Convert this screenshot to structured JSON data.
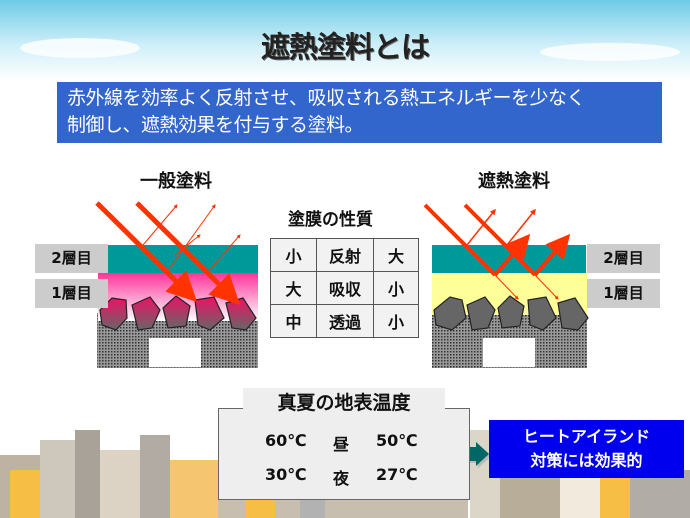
{
  "title": "遮熱塗料とは",
  "lead": {
    "line1": "赤外線を効率よく反射させ、吸収される熱エネルギーを少なく",
    "line2": "制御し、遮熱効果を付与する塗料。"
  },
  "left_diagram": {
    "heading": "一般塗料",
    "layer2": "2層目",
    "layer1": "1層目"
  },
  "right_diagram": {
    "heading": "遮熱塗料",
    "layer2": "2層目",
    "layer1": "1層目"
  },
  "properties": {
    "caption": "塗膜の性質",
    "rows": [
      [
        "小",
        "反射",
        "大"
      ],
      [
        "大",
        "吸収",
        "小"
      ],
      [
        "中",
        "透過",
        "小"
      ]
    ]
  },
  "temperature": {
    "heading": "真夏の地表温度",
    "rows": [
      [
        "60℃",
        "昼",
        "50℃"
      ],
      [
        "30℃",
        "夜",
        "27℃"
      ]
    ]
  },
  "result": {
    "line1": "ヒートアイランド",
    "line2": "対策には効果的"
  },
  "colors": {
    "lead_bg": "#3366cc",
    "result_bg": "#0000ee",
    "teal": "#009999",
    "pink": "#ff3399",
    "yellow": "#ffff99",
    "arrow": "#ff3300"
  }
}
